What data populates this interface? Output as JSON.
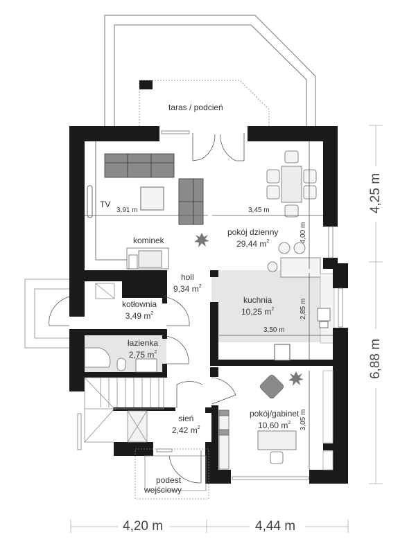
{
  "plan": {
    "rooms": {
      "terrace": {
        "name": "taras / podcień"
      },
      "living": {
        "name": "pokój dzienny",
        "area": "29,44 m",
        "unit_sup": "2"
      },
      "tv": {
        "name": "TV"
      },
      "fireplace": {
        "name": "kominek"
      },
      "hall": {
        "name": "holl",
        "area": "9,34 m",
        "unit_sup": "2"
      },
      "kitchen": {
        "name": "kuchnia",
        "area": "10,25 m",
        "unit_sup": "2"
      },
      "boiler": {
        "name": "kotłownia",
        "area": "3,49 m",
        "unit_sup": "2"
      },
      "bathroom": {
        "name": "łazienka",
        "area": "2,75 m",
        "unit_sup": "2"
      },
      "vestibule": {
        "name": "sień",
        "area": "2,42 m",
        "unit_sup": "2"
      },
      "office": {
        "name": "pokój/gabinet",
        "area": "10,60 m",
        "unit_sup": "2"
      },
      "entrance": {
        "name_line1": "podest",
        "name_line2": "wejściowy"
      }
    },
    "inner_dimensions": {
      "living_left_width": "3,91 m",
      "living_right_width": "3,45 m",
      "living_depth": "4,00 m",
      "kitchen_width": "3,50 m",
      "kitchen_depth": "2,85 m",
      "office_depth": "3,05 m"
    },
    "outer_dimensions": {
      "bottom_left": "4,20 m",
      "bottom_right": "4,44 m",
      "right_top": "4,25 m",
      "right_bottom": "6,88 m"
    },
    "colors": {
      "wall": "#1a1a1a",
      "furniture": "#8a8a8a",
      "tile_floor": "#e4e4e4",
      "line": "#555555",
      "dim_line": "#bdbdbd"
    }
  }
}
